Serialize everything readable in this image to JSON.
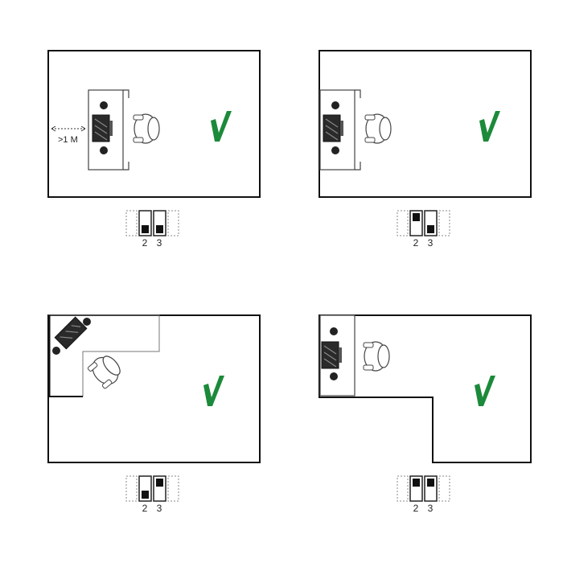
{
  "colors": {
    "check": "#1b8a3a",
    "line": "#111111",
    "switch_fill": "#111111"
  },
  "icons": [
    "speaker-icon",
    "monitor-icon",
    "chair-icon",
    "checkmark-icon",
    "dip-switch-icon"
  ],
  "panels": [
    {
      "id": "panel-1",
      "room": "rectangle",
      "placement": "desk-near-left-wall-with-gap",
      "distance_label": ">1 M",
      "valid": true,
      "switch": {
        "labels": [
          "2",
          "3"
        ],
        "positions": [
          "down",
          "down"
        ]
      }
    },
    {
      "id": "panel-2",
      "room": "rectangle",
      "placement": "desk-against-left-wall",
      "valid": true,
      "switch": {
        "labels": [
          "2",
          "3"
        ],
        "positions": [
          "up",
          "down"
        ]
      }
    },
    {
      "id": "panel-3",
      "room": "rectangle-with-corner-alcove",
      "placement": "desk-in-corner-angled",
      "valid": true,
      "switch": {
        "labels": [
          "2",
          "3"
        ],
        "positions": [
          "down",
          "up"
        ]
      }
    },
    {
      "id": "panel-4",
      "room": "l-shape",
      "placement": "desk-against-left-wall-in-narrow-section",
      "valid": true,
      "switch": {
        "labels": [
          "2",
          "3"
        ],
        "positions": [
          "up",
          "up"
        ]
      }
    }
  ]
}
